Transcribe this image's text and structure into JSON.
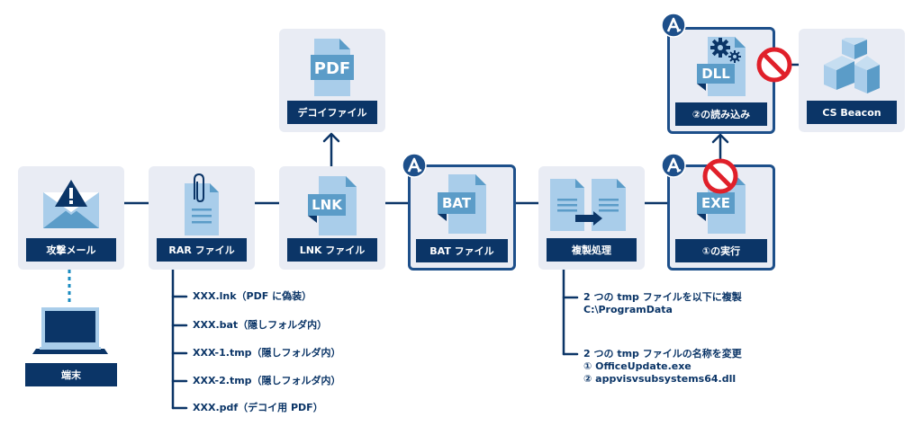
{
  "colors": {
    "node_bg": "#e9ecf4",
    "label_bg": "#0b3567",
    "line": "#0b3567",
    "highlight_border": "#1d4f8a",
    "icon_light": "#a9cdea",
    "icon_mid": "#5b9cc8",
    "deny_red": "#e0202a",
    "dotted": "#1a8bc0"
  },
  "nodes": {
    "mail": {
      "label": "攻撃メール",
      "icon": "warning-mail-icon"
    },
    "rar": {
      "label": "RAR ファイル",
      "icon": "attached-document-icon"
    },
    "lnk": {
      "label": "LNK ファイル",
      "icon": "lnk-file-icon",
      "file_tag": "LNK"
    },
    "pdf": {
      "label": "デコイファイル",
      "icon": "pdf-file-icon",
      "file_tag": "PDF"
    },
    "bat": {
      "label": "BAT ファイル",
      "icon": "bat-file-icon",
      "file_tag": "BAT",
      "protected": true
    },
    "copy": {
      "label": "複製処理",
      "icon": "copy-files-icon"
    },
    "exe": {
      "label": "①の実行",
      "icon": "exe-file-icon",
      "file_tag": "EXE",
      "protected": true,
      "blocked": true
    },
    "dll": {
      "label": "②の読み込み",
      "icon": "dll-file-icon",
      "file_tag": "DLL",
      "protected": true,
      "blocked_outgoing": true
    },
    "beacon": {
      "label": "CS Beacon",
      "icon": "cubes-icon"
    }
  },
  "terminal": {
    "label": "端末",
    "icon": "laptop-icon"
  },
  "rar_contents": [
    "XXX.lnk（PDF に偽装）",
    "XXX.bat（隠しフォルダ内）",
    "XXX-1.tmp（隠しフォルダ内）",
    "XXX-2.tmp（隠しフォルダ内）",
    "XXX.pdf（デコイ用 PDF）"
  ],
  "copy_notes": [
    {
      "line1": "2 つの tmp ファイルを以下に複製",
      "line2": "C:\\ProgramData"
    },
    {
      "line1": "2 つの tmp ファイルの名称を変更",
      "line2": "① OfficeUpdate.exe",
      "line3": "② appvisvsubsystems64.dll"
    }
  ]
}
